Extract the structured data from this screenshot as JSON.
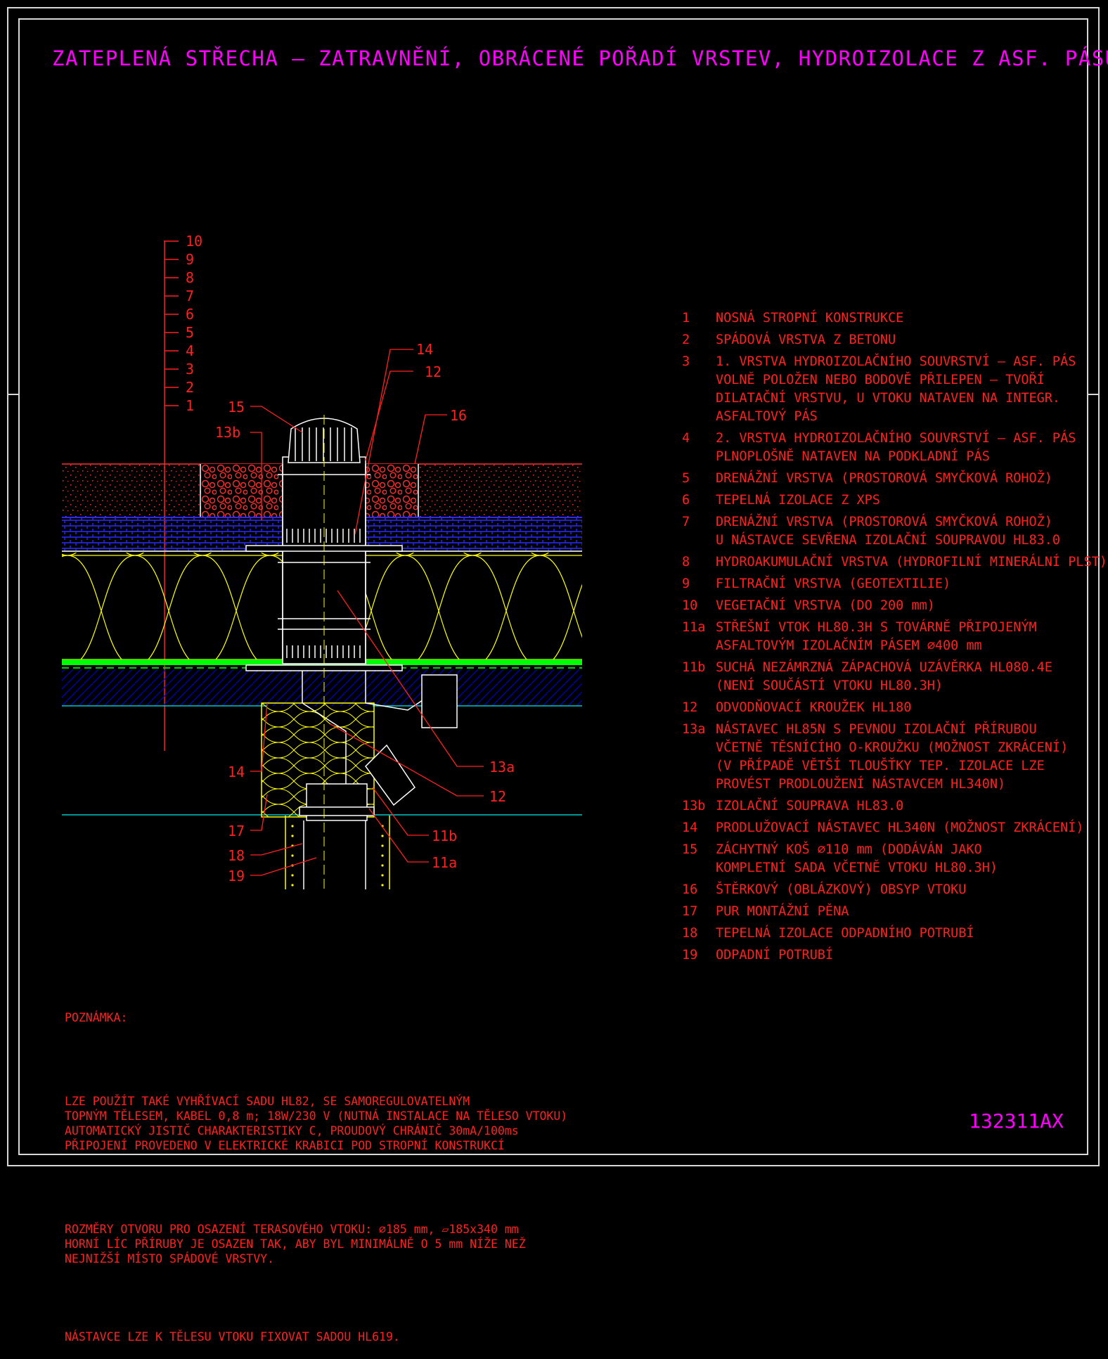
{
  "title": "ZATEPLENÁ STŘECHA – ZATRAVNĚNÍ, OBRÁCENÉ POŘADÍ VRSTEV, HYDROIZOLACE Z ASF. PÁSŮ",
  "drawing_code": "132311AX",
  "layer_scale": [
    "10",
    "9",
    "8",
    "7",
    "6",
    "5",
    "4",
    "3",
    "2",
    "1"
  ],
  "callouts": {
    "c14a": "14",
    "c12a": "12",
    "c15": "15",
    "c16": "16",
    "c13b": "13b",
    "c14b": "14",
    "c13a": "13a",
    "c12b": "12",
    "c17": "17",
    "c11b": "11b",
    "c18": "18",
    "c11a": "11a",
    "c19": "19"
  },
  "legend": [
    {
      "num": "1",
      "text": "NOSNÁ STROPNÍ KONSTRUKCE"
    },
    {
      "num": "2",
      "text": "SPÁDOVÁ VRSTVA Z BETONU"
    },
    {
      "num": "3",
      "text": "1. VRSTVA HYDROIZOLAČNÍHO SOUVRSTVÍ – ASF. PÁS\nVOLNĚ POLOŽEN NEBO BODOVĚ PŘILEPEN – TVOŘÍ\nDILATAČNÍ VRSTVU, U VTOKU NATAVEN NA INTEGR.\nASFALTOVÝ PÁS"
    },
    {
      "num": "4",
      "text": "2. VRSTVA HYDROIZOLAČNÍHO SOUVRSTVÍ – ASF. PÁS\nPLNOPLOŠNĚ NATAVEN NA PODKLADNÍ PÁS"
    },
    {
      "num": "5",
      "text": "DRENÁŽNÍ VRSTVA (PROSTOROVÁ SMYČKOVÁ ROHOŽ)"
    },
    {
      "num": "6",
      "text": "TEPELNÁ IZOLACE Z XPS"
    },
    {
      "num": "7",
      "text": "DRENÁŽNÍ VRSTVA (PROSTOROVÁ SMYČKOVÁ ROHOŽ)\nU NÁSTAVCE SEVŘENA IZOLAČNÍ SOUPRAVOU HL83.0"
    },
    {
      "num": "8",
      "text": "HYDROAKUMULAČNÍ VRSTVA (HYDROFILNÍ MINERÁLNÍ PLST)"
    },
    {
      "num": "9",
      "text": "FILTRAČNÍ VRSTVA (GEOTEXTILIE)"
    },
    {
      "num": "10",
      "text": "VEGETAČNÍ VRSTVA (DO 200 mm)"
    },
    {
      "num": "11a",
      "text": "STŘEŠNÍ VTOK HL80.3H S TOVÁRNĚ PŘIPOJENÝM\nASFALTOVÝM IZOLAČNÍM PÁSEM ⌀400 mm"
    },
    {
      "num": "11b",
      "text": "SUCHÁ NEZÁMRZNÁ ZÁPACHOVÁ UZÁVĚRKA HL080.4E\n(NENÍ SOUČÁSTÍ VTOKU HL80.3H)"
    },
    {
      "num": "12",
      "text": "ODVODŇOVACÍ KROUŽEK HL180"
    },
    {
      "num": "13a",
      "text": "NÁSTAVEC HL85N S PEVNOU IZOLAČNÍ PŘÍRUBOU\nVČETNĚ TĚSNÍCÍHO O-KROUŽKU (MOŽNOST ZKRÁCENÍ)\n(V PŘÍPADĚ VĚTŠÍ TLOUŠŤKY TEP. IZOLACE LZE\nPROVÉST PRODLOUŽENÍ NÁSTAVCEM HL340N)"
    },
    {
      "num": "13b",
      "text": "IZOLAČNÍ SOUPRAVA HL83.0"
    },
    {
      "num": "14",
      "text": "PRODLUŽOVACÍ NÁSTAVEC HL340N (MOŽNOST ZKRÁCENÍ)"
    },
    {
      "num": "15",
      "text": "ZÁCHYTNÝ KOŠ ⌀110 mm (DODÁVÁN JAKO\nKOMPLETNÍ SADA VČETNĚ VTOKU HL80.3H)"
    },
    {
      "num": "16",
      "text": "ŠTĚRKOVÝ (OBLÁZKOVÝ) OBSYP VTOKU"
    },
    {
      "num": "17",
      "text": "PUR MONTÁŽNÍ PĚNA"
    },
    {
      "num": "18",
      "text": "TEPELNÁ IZOLACE ODPADNÍHO POTRUBÍ"
    },
    {
      "num": "19",
      "text": "ODPADNÍ POTRUBÍ"
    }
  ],
  "note": {
    "heading": "POZNÁMKA:",
    "para1": "LZE POUŽÍT TAKÉ VYHŘÍVACÍ SADU HL82, SE SAMOREGULOVATELNÝM\nTOPNÝM TĚLESEM, KABEL 0,8 m; 18W/230 V (NUTNÁ INSTALACE NA TĚLESO VTOKU)\nAUTOMATICKÝ JISTIČ CHARAKTERISTIKY C, PROUDOVÝ CHRÁNIČ 30mA/100ms\nPŘIPOJENÍ PROVEDENO V ELEKTRICKÉ KRABICI POD STROPNÍ KONSTRUKCÍ",
    "para2": "ROZMĚRY OTVORU PRO OSAZENÍ TERASOVÉHO VTOKU: ⌀185 mm, ▱185x340 mm\nHORNÍ LÍC PŘÍRUBY JE OSAZEN TAK, ABY BYL MINIMÁLNĚ O 5 mm NÍŽE NEŽ\nNEJNIŽŠÍ MÍSTO SPÁDOVÉ VRSTVY.",
    "para3": "NÁSTAVCE LZE K TĚLESU VTOKU FIXOVAT SADOU HL619."
  },
  "colors": {
    "background": "#000000",
    "frame": "#d8d8d8",
    "title": "#ff00ff",
    "text": "#ff2020",
    "insulation": "#ffff00",
    "drainage": "#0000ff",
    "waterproofing": "#00ff00",
    "concrete_hatch": "#0000cc",
    "slab_line": "#00c8c8",
    "gravel": "#ff3030",
    "drain_body": "#ffffff"
  }
}
